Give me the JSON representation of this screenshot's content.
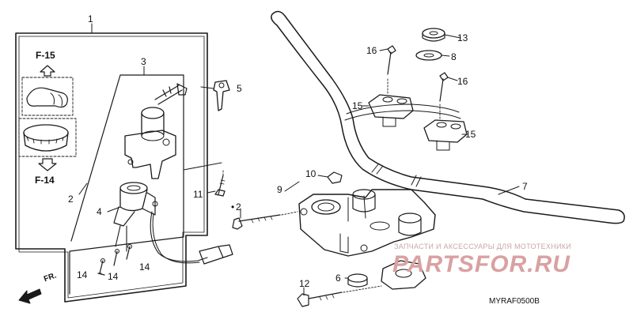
{
  "diagram_code": "MYRAF0500B",
  "front_arrow_label": "FR.",
  "refs": {
    "f15": "F-15",
    "f14": "F-14"
  },
  "callouts": {
    "c1": "1",
    "c2": "2",
    "c3": "3",
    "c4": "4",
    "c5": "5",
    "c6": "6",
    "c7": "7",
    "c8": "8",
    "c9": "9",
    "c10": "10",
    "c11": "11",
    "c12": "12",
    "c13": "13",
    "c14a": "14",
    "c14b": "14",
    "c14c": "14",
    "c15a": "15",
    "c15b": "15",
    "c16a": "16",
    "c16b": "16"
  },
  "watermark": {
    "tagline": "ЗАПЧАСТИ И АКСЕССУАРЫ ДЛЯ МОТОТЕХНИКИ",
    "brand": "PARTSFOR.RU"
  },
  "colors": {
    "line": "#1a1a1a",
    "fill": "#ffffff",
    "watermark": "#d9a1a1"
  }
}
